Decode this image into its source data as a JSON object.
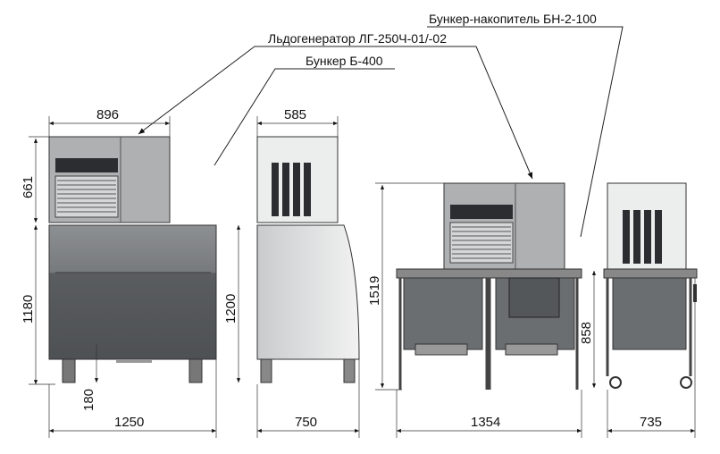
{
  "labels": {
    "ice_maker": "Льдогенератор ЛГ-250Ч-01/-02",
    "bin_b400": "Бункер Б-400",
    "bin_bn": "Бункер-накопитель БН-2-100"
  },
  "dimensions": {
    "left_width_top": "896",
    "left_height_top": "661",
    "left_height_bin": "1180",
    "left_legs": "180",
    "left_width_total": "1250",
    "side1_width_top": "585",
    "side1_height": "1200",
    "side1_width_total": "750",
    "right_height_total": "1519",
    "right_height_bin": "858",
    "right_width_total": "1354",
    "side2_width_total": "735"
  },
  "colors": {
    "panel": "#a9abad",
    "bin_dark": "#55585b",
    "bin_mid": "#8a8d90",
    "vent": "#2b2d30"
  }
}
